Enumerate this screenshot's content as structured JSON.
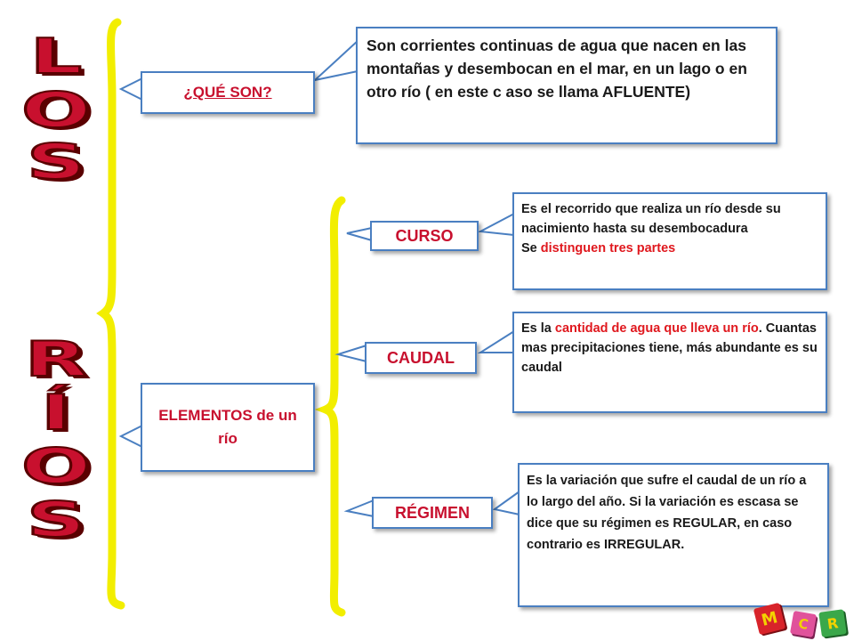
{
  "title_vertical": {
    "word1": [
      "L",
      "O",
      "S"
    ],
    "word2": [
      "R",
      "Í",
      "O",
      "S"
    ]
  },
  "que_son": {
    "label": "¿QUÉ SON?",
    "definition": "Son corrientes continuas de agua que nacen en las montañas y desembocan en el mar, en un lago o en otro río ( en este c aso se llama AFLUENTE)"
  },
  "elementos": {
    "label": "ELEMENTOS de un río"
  },
  "curso": {
    "label": "CURSO",
    "text_a": "Es el recorrido que realiza un río desde su nacimiento hasta su desembocadura",
    "text_b_prefix": "Se ",
    "text_b_red": "distinguen tres partes"
  },
  "caudal": {
    "label": "CAUDAL",
    "text_prefix": "Es la ",
    "text_red": "cantidad de agua que lleva un río",
    "text_suffix": ". Cuantas mas precipitaciones tiene, más abundante es su caudal"
  },
  "regimen": {
    "label": "RÉGIMEN",
    "text": "Es la variación que sufre el caudal de un río a lo largo del año. Si la variación es escasa se dice que su régimen es REGULAR, en caso contrario es IRREGULAR."
  },
  "colors": {
    "title_red": "#c8102e",
    "brace_yellow": "#f5f000",
    "box_border": "#4a7fc1"
  },
  "logo": [
    "M",
    "C",
    "R"
  ]
}
